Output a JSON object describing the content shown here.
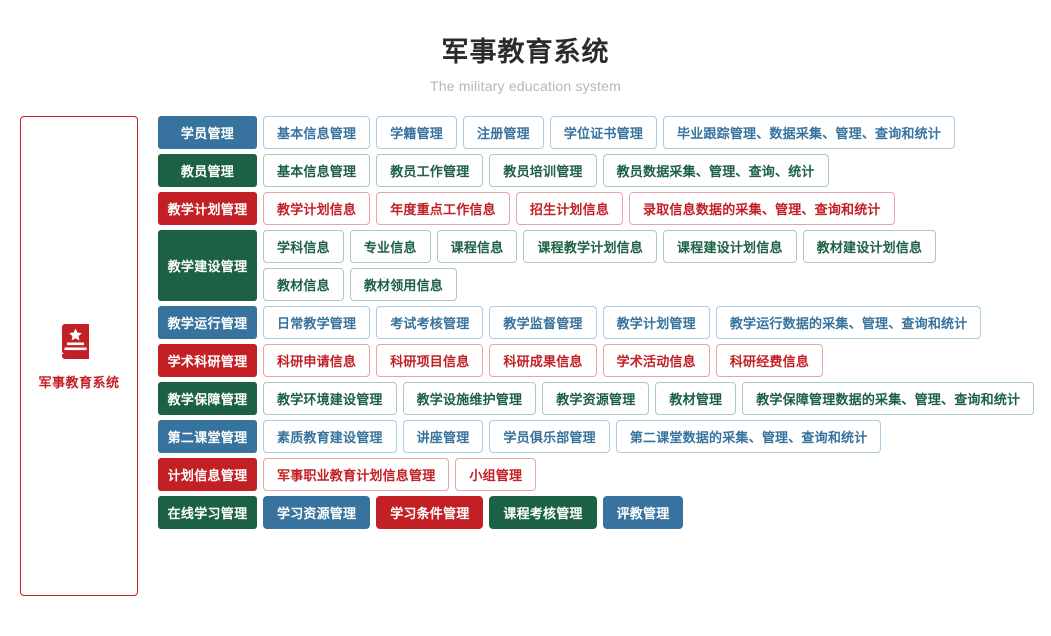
{
  "header": {
    "title": "军事教育系统",
    "subtitle": "The military education system"
  },
  "sidebar": {
    "card": {
      "icon": "book-star-icon",
      "label": "军事教育系统"
    }
  },
  "colors": {
    "blue": "#37739e",
    "green": "#1d6144",
    "red": "#c32026",
    "blue_border": "#aacde4",
    "green_border": "#a9cbba",
    "red_border": "#eaa3a7",
    "title": "#2b2b2b",
    "subtitle": "#b6b6b6"
  },
  "rows": [
    {
      "category": "学员管理",
      "theme": "blue",
      "style": "outline",
      "lines": [
        [
          "基本信息管理",
          "学籍管理",
          "注册管理",
          "学位证书管理",
          "毕业跟踪管理、数据采集、管理、查询和统计"
        ]
      ]
    },
    {
      "category": "教员管理",
      "theme": "green",
      "style": "outline",
      "lines": [
        [
          "基本信息管理",
          "教员工作管理",
          "教员培训管理",
          "教员数据采集、管理、查询、统计"
        ]
      ]
    },
    {
      "category": "教学计划管理",
      "theme": "red",
      "style": "outline",
      "lines": [
        [
          "教学计划信息",
          "年度重点工作信息",
          "招生计划信息",
          "录取信息数据的采集、管理、查询和统计"
        ]
      ]
    },
    {
      "category": "教学建设管理",
      "theme": "green",
      "style": "outline",
      "lines": [
        [
          "学科信息",
          "专业信息",
          "课程信息",
          "课程教学计划信息",
          "课程建设计划信息",
          "教材建设计划信息"
        ],
        [
          "教材信息",
          "教材领用信息"
        ]
      ]
    },
    {
      "category": "教学运行管理",
      "theme": "blue",
      "style": "outline",
      "lines": [
        [
          "日常教学管理",
          "考试考核管理",
          "教学监督管理",
          "教学计划管理",
          "教学运行数据的采集、管理、查询和统计"
        ]
      ]
    },
    {
      "category": "学术科研管理",
      "theme": "red",
      "style": "outline",
      "lines": [
        [
          "科研申请信息",
          "科研项目信息",
          "科研成果信息",
          "学术活动信息",
          "科研经费信息"
        ]
      ]
    },
    {
      "category": "教学保障管理",
      "theme": "green",
      "style": "outline",
      "lines": [
        [
          "教学环境建设管理",
          "教学设施维护管理",
          "教学资源管理",
          "教材管理",
          "教学保障管理数据的采集、管理、查询和统计"
        ]
      ]
    },
    {
      "category": "第二课堂管理",
      "theme": "blue",
      "style": "outline",
      "lines": [
        [
          "素质教育建设管理",
          "讲座管理",
          "学员俱乐部管理",
          "第二课堂数据的采集、管理、查询和统计"
        ]
      ]
    },
    {
      "category": "计划信息管理",
      "theme": "red",
      "style": "outline",
      "lines": [
        [
          "军事职业教育计划信息管理",
          "小组管理"
        ]
      ]
    },
    {
      "category": "在线学习管理",
      "theme": "green",
      "style": "filled",
      "lines": [
        [
          {
            "label": "学习资源管理",
            "theme": "blue"
          },
          {
            "label": "学习条件管理",
            "theme": "red"
          },
          {
            "label": "课程考核管理",
            "theme": "green"
          },
          {
            "label": "评教管理",
            "theme": "blue"
          }
        ]
      ]
    }
  ]
}
